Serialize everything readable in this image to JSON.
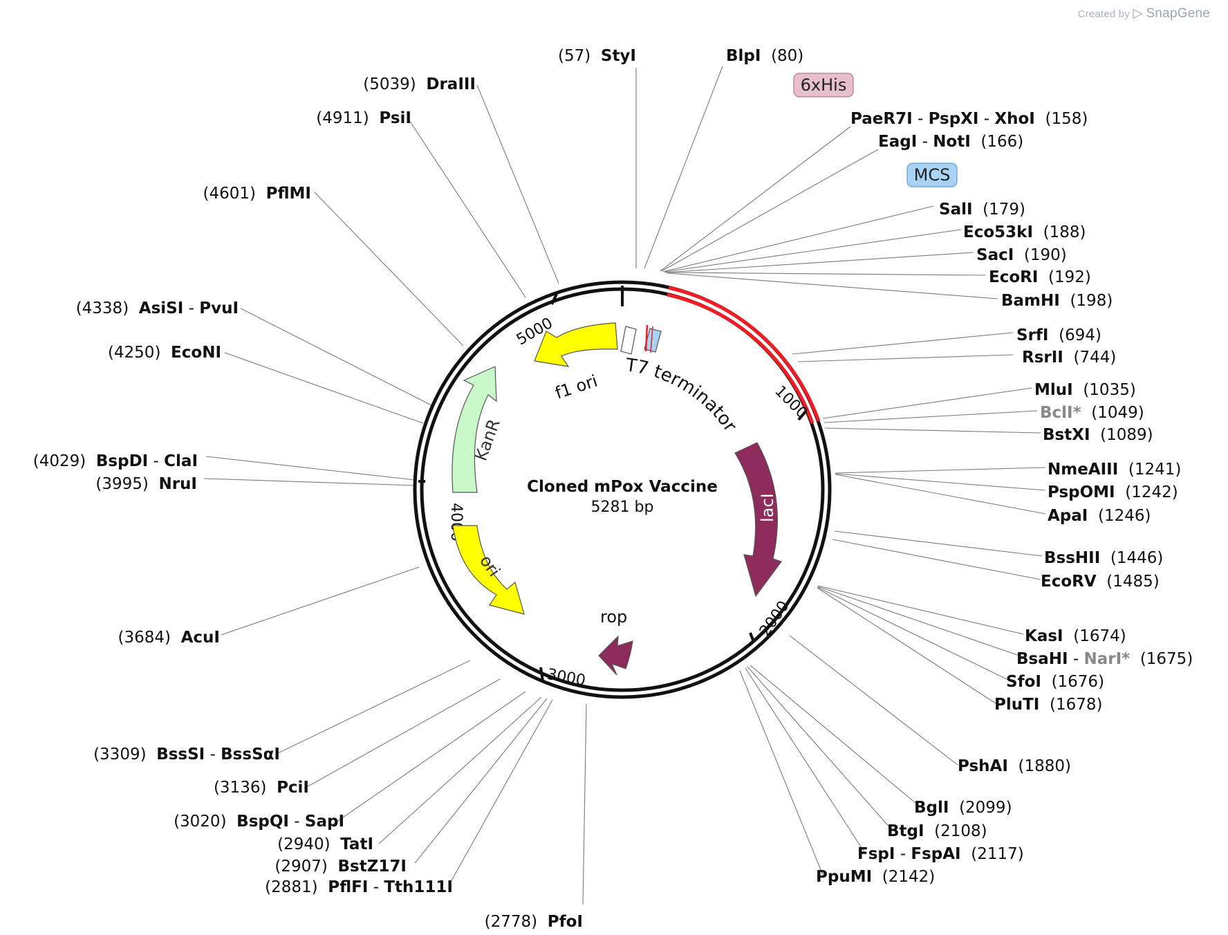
{
  "watermark": {
    "prefix": "Created by",
    "brand": "SnapGene"
  },
  "plasmid": {
    "name": "Cloned mPox Vaccine",
    "size_label": "5281 bp",
    "length": 5281
  },
  "ruler": [
    {
      "pos": 1000,
      "label": "1000"
    },
    {
      "pos": 2000,
      "label": "2000"
    },
    {
      "pos": 3000,
      "label": "3000"
    },
    {
      "pos": 4000,
      "label": "4000"
    },
    {
      "pos": 5000,
      "label": "5000"
    }
  ],
  "highlight": {
    "start": 158,
    "end": 1089,
    "color": "#ee1c24"
  },
  "features": [
    {
      "name": "lacI",
      "color": "#8d2b5b",
      "label": "lacI"
    },
    {
      "name": "rop",
      "color": "#8d2b5b",
      "label": "rop"
    },
    {
      "name": "ori",
      "color": "#ffff00",
      "label": "ori"
    },
    {
      "name": "KanR",
      "color": "#c8f7c8",
      "label": "KanR"
    },
    {
      "name": "f1 ori",
      "color": "#ffff00",
      "label": "f1 ori"
    },
    {
      "name": "T7 terminator",
      "color": "#ffffff",
      "label": "T7 terminator"
    },
    {
      "name": "6xHis",
      "color": "#e8bfcd",
      "label": "6xHis"
    },
    {
      "name": "MCS",
      "color": "#a9d3f5",
      "label": "MCS"
    }
  ],
  "sites": [
    {
      "pos": "57",
      "parts": [
        [
          "StyI",
          1
        ]
      ]
    },
    {
      "pos": "80",
      "parts": [
        [
          "BlpI",
          1
        ]
      ]
    },
    {
      "pos": "158",
      "parts": [
        [
          "PaeR7I",
          1
        ],
        [
          " - ",
          0
        ],
        [
          "PspXI",
          1
        ],
        [
          " - ",
          0
        ],
        [
          "XhoI",
          1
        ]
      ]
    },
    {
      "pos": "166",
      "parts": [
        [
          "EagI",
          1
        ],
        [
          " - ",
          0
        ],
        [
          "NotI",
          1
        ]
      ]
    },
    {
      "pos": "179",
      "parts": [
        [
          "SalI",
          1
        ]
      ]
    },
    {
      "pos": "188",
      "parts": [
        [
          "Eco53kI",
          1
        ]
      ]
    },
    {
      "pos": "190",
      "parts": [
        [
          "SacI",
          1
        ]
      ]
    },
    {
      "pos": "192",
      "parts": [
        [
          "EcoRI",
          1
        ]
      ]
    },
    {
      "pos": "198",
      "parts": [
        [
          "BamHI",
          1
        ]
      ]
    },
    {
      "pos": "694",
      "parts": [
        [
          "SrfI",
          1
        ]
      ]
    },
    {
      "pos": "744",
      "parts": [
        [
          "RsrII",
          1
        ]
      ]
    },
    {
      "pos": "1035",
      "parts": [
        [
          "MluI",
          1
        ]
      ]
    },
    {
      "pos": "1049",
      "parts": [
        [
          "BclI*",
          2
        ]
      ]
    },
    {
      "pos": "1089",
      "parts": [
        [
          "BstXI",
          1
        ]
      ]
    },
    {
      "pos": "1241",
      "parts": [
        [
          "NmeAIII",
          1
        ]
      ]
    },
    {
      "pos": "1242",
      "parts": [
        [
          "PspOMI",
          1
        ]
      ]
    },
    {
      "pos": "1246",
      "parts": [
        [
          "ApaI",
          1
        ]
      ]
    },
    {
      "pos": "1446",
      "parts": [
        [
          "BssHII",
          1
        ]
      ]
    },
    {
      "pos": "1485",
      "parts": [
        [
          "EcoRV",
          1
        ]
      ]
    },
    {
      "pos": "1674",
      "parts": [
        [
          "KasI",
          1
        ]
      ]
    },
    {
      "pos": "1675",
      "parts": [
        [
          "BsaHI",
          1
        ],
        [
          " - ",
          0
        ],
        [
          "NarI*",
          2
        ]
      ]
    },
    {
      "pos": "1676",
      "parts": [
        [
          "SfoI",
          1
        ]
      ]
    },
    {
      "pos": "1678",
      "parts": [
        [
          "PluTI",
          1
        ]
      ]
    },
    {
      "pos": "1880",
      "parts": [
        [
          "PshAI",
          1
        ]
      ]
    },
    {
      "pos": "2099",
      "parts": [
        [
          "BglI",
          1
        ]
      ]
    },
    {
      "pos": "2108",
      "parts": [
        [
          "BtgI",
          1
        ]
      ]
    },
    {
      "pos": "2117",
      "parts": [
        [
          "FspI",
          1
        ],
        [
          " - ",
          0
        ],
        [
          "FspAI",
          1
        ]
      ]
    },
    {
      "pos": "2142",
      "parts": [
        [
          "PpuMI",
          1
        ]
      ]
    },
    {
      "pos": "2778",
      "parts": [
        [
          "PfoI",
          1
        ]
      ]
    },
    {
      "pos": "2881",
      "parts": [
        [
          "PflFI",
          1
        ],
        [
          " - ",
          0
        ],
        [
          "Tth111I",
          1
        ]
      ]
    },
    {
      "pos": "2907",
      "parts": [
        [
          "BstZ17I",
          1
        ]
      ]
    },
    {
      "pos": "2940",
      "parts": [
        [
          "TatI",
          1
        ]
      ]
    },
    {
      "pos": "3020",
      "parts": [
        [
          "BspQI",
          1
        ],
        [
          " - ",
          0
        ],
        [
          "SapI",
          1
        ]
      ]
    },
    {
      "pos": "3136",
      "parts": [
        [
          "PciI",
          1
        ]
      ]
    },
    {
      "pos": "3309",
      "parts": [
        [
          "BssSI",
          1
        ],
        [
          " - ",
          0
        ],
        [
          "BssSαI",
          1
        ]
      ]
    },
    {
      "pos": "3684",
      "parts": [
        [
          "AcuI",
          1
        ]
      ]
    },
    {
      "pos": "3995",
      "parts": [
        [
          "NruI",
          1
        ]
      ]
    },
    {
      "pos": "4029",
      "parts": [
        [
          "BspDI",
          1
        ],
        [
          " - ",
          0
        ],
        [
          "ClaI",
          1
        ]
      ]
    },
    {
      "pos": "4250",
      "parts": [
        [
          "EcoNI",
          1
        ]
      ]
    },
    {
      "pos": "4338",
      "parts": [
        [
          "AsiSI",
          1
        ],
        [
          " - ",
          0
        ],
        [
          "PvuI",
          1
        ]
      ]
    },
    {
      "pos": "4601",
      "parts": [
        [
          "PflMI",
          1
        ]
      ]
    },
    {
      "pos": "4911",
      "parts": [
        [
          "PsiI",
          1
        ]
      ]
    },
    {
      "pos": "5039",
      "parts": [
        [
          "DraIII",
          1
        ]
      ]
    }
  ]
}
